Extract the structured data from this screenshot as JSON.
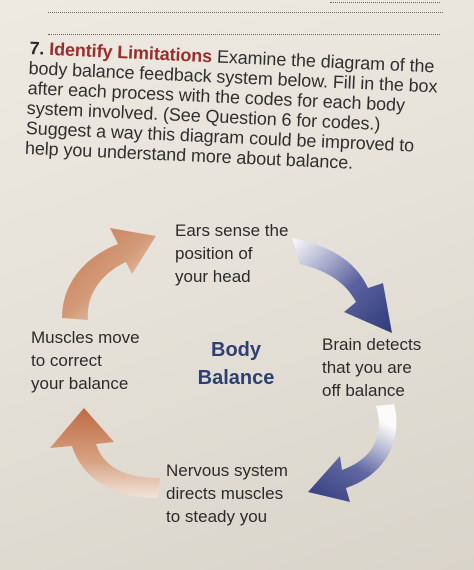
{
  "question": {
    "number": "7.",
    "heading": "Identify Limitations",
    "body": "Examine the diagram of the body balance feedback system below. Fill in the box after each process with the codes for each body system involved. (See Question 6 for codes.) Suggest a way this diagram could be improved to help you understand more about balance."
  },
  "diagram": {
    "center_line1": "Body",
    "center_line2": "Balance",
    "steps": [
      {
        "text": "Ears sense the\nposition of\nyour head"
      },
      {
        "text": "Brain detects\nthat you are\noff balance"
      },
      {
        "text": "Nervous system\ndirects muscles\nto steady you"
      },
      {
        "text": "Muscles move\nto correct\nyour balance"
      }
    ],
    "colors": {
      "blue_arrow": "#3c4685",
      "orange_arrow": "#c8835c",
      "heading_red": "#9b2d2a",
      "center_blue": "#2e3f73"
    }
  }
}
